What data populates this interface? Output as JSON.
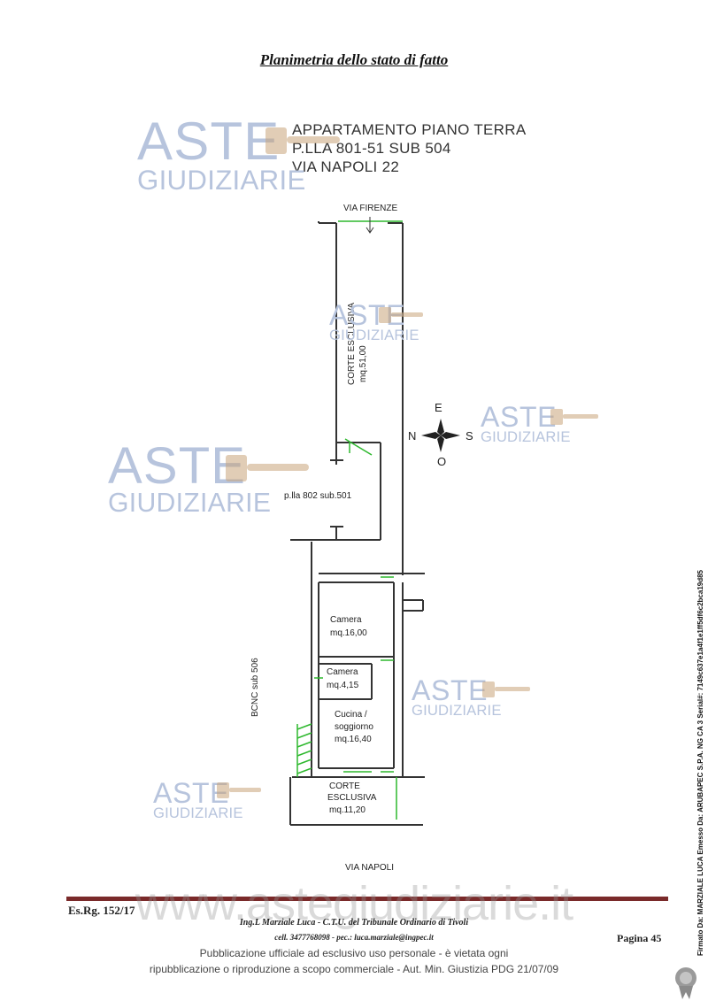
{
  "title": "Planimetria dello stato di fatto",
  "property": {
    "line1": "APPARTAMENTO PIANO TERRA",
    "line2": "P.LLA 801-51 SUB 504",
    "line3": "VIA NAPOLI 22"
  },
  "watermark": {
    "word1": "ASTE",
    "word2": "GIUDIZIARIE",
    "url": "www.astegiudiziarie.it"
  },
  "plan": {
    "street_top": "VIA FIRENZE",
    "street_bottom": "VIA NAPOLI",
    "corte_top_name": "CORTE ESCLUSIVA",
    "corte_top_area": "mq.51,00",
    "neighbor_parcel": "p.lla 802 sub.501",
    "bcnc": "BCNC sub 506",
    "rooms": [
      {
        "name": "Camera",
        "area": "mq.16,00"
      },
      {
        "name": "Camera",
        "area": "mq.4,15"
      },
      {
        "name": "Cucina /",
        "name2": "soggiorno",
        "area": "mq.16,40"
      }
    ],
    "corte_bottom_name1": "CORTE",
    "corte_bottom_name2": "ESCLUSIVA",
    "corte_bottom_area": "mq.11,20",
    "compass": {
      "north": "N",
      "east": "E",
      "south": "S",
      "west": "O"
    }
  },
  "footer": {
    "case_number": "Es.Rg. 152/17",
    "author": "Ing.L Marziale Luca - C.T.U. del Tribunale Ordinario di Tivoli",
    "contacts": "cell. 3477768098 - pec.: luca.marziale@ingpec.it",
    "page": "Pagina 45",
    "disclaimer_line1": "Pubblicazione ufficiale ad esclusivo uso personale - è vietata ogni",
    "disclaimer_line2": "ripubblicazione o riproduzione a scopo commerciale - Aut. Min. Giustizia PDG 21/07/09"
  },
  "signature": "Firmato Da: MARZIALE LUCA Emesso Da: ARUBAPEC S.P.A. NG CA 3 Serial#: 7149c637e1a4f1e1ff5df6c2bca19d85"
}
